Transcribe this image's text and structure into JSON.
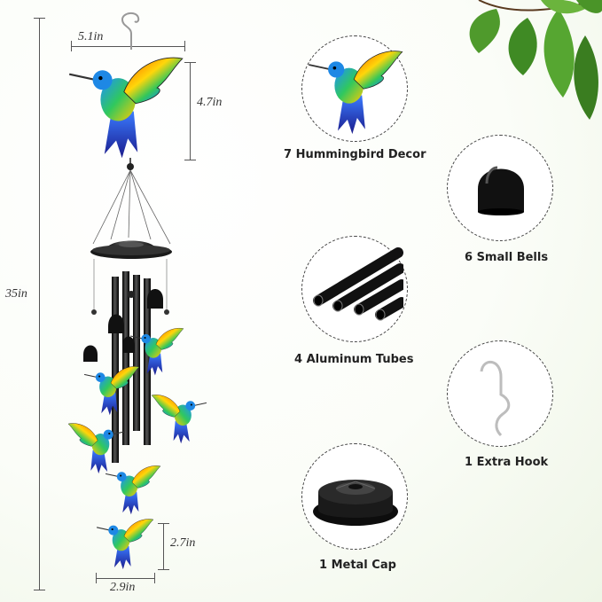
{
  "dimensions": {
    "top_width": "5.1in",
    "top_height": "4.7in",
    "total_length": "35in",
    "bottom_height": "2.7in",
    "bottom_width": "2.9in"
  },
  "components": [
    {
      "label": "7 Hummingbird Decor",
      "icon": "hummingbird-icon"
    },
    {
      "label": "6 Small Bells",
      "icon": "bell-icon"
    },
    {
      "label": "4 Aluminum Tubes",
      "icon": "tubes-icon"
    },
    {
      "label": "1 Extra Hook",
      "icon": "hook-icon"
    },
    {
      "label": "1 Metal Cap",
      "icon": "cap-icon"
    }
  ],
  "colors": {
    "tube": "#1a1a1a",
    "leaf": "#3f8a24",
    "dashed": "#444444"
  }
}
